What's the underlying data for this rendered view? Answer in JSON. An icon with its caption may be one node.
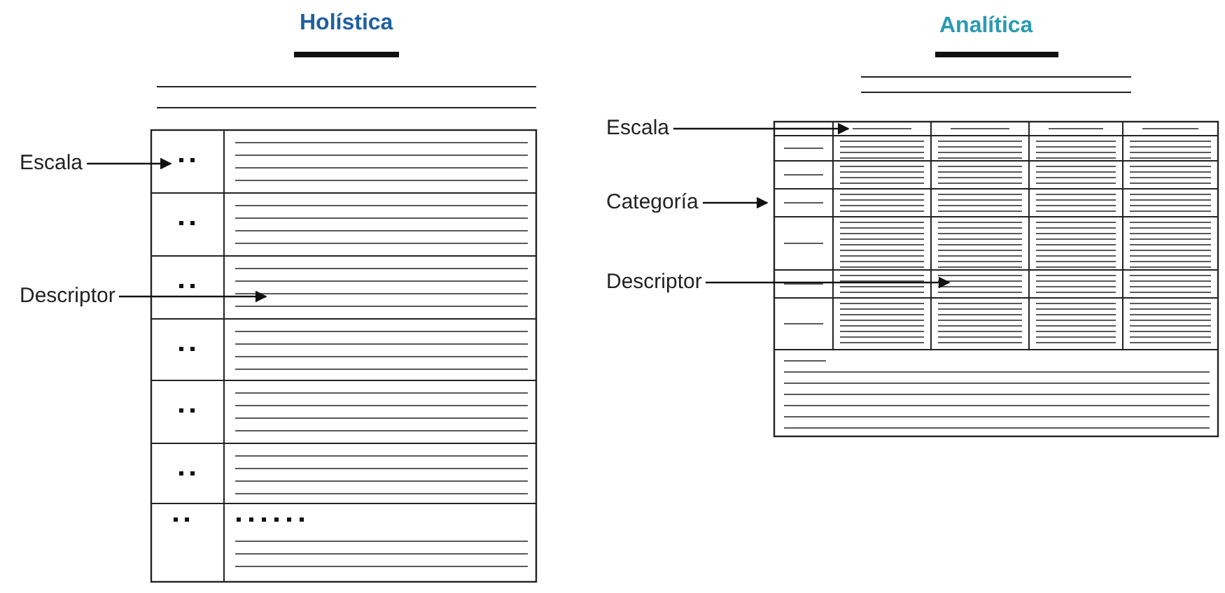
{
  "diagram": {
    "nodes": [
      {
        "text": [
          "Escala"
        ]
      },
      {
        "text": [
          "Descriptor"
        ]
      },
      {
        "text": [
          "Escala"
        ]
      },
      {
        "text": [
          "Categoría"
        ]
      },
      {
        "text": [
          "Descriptor"
        ]
      }
    ],
    "edges": [
      {
        "from": 0,
        "to": null,
        "arrow": "to"
      },
      {
        "from": 1,
        "to": null,
        "arrow": "to"
      },
      {
        "from": 2,
        "to": null,
        "arrow": "to"
      },
      {
        "from": 3,
        "to": null,
        "arrow": "to"
      },
      {
        "from": 4,
        "to": null,
        "arrow": "to"
      }
    ],
    "labels": [
      "Holística",
      "Analítica"
    ]
  }
}
